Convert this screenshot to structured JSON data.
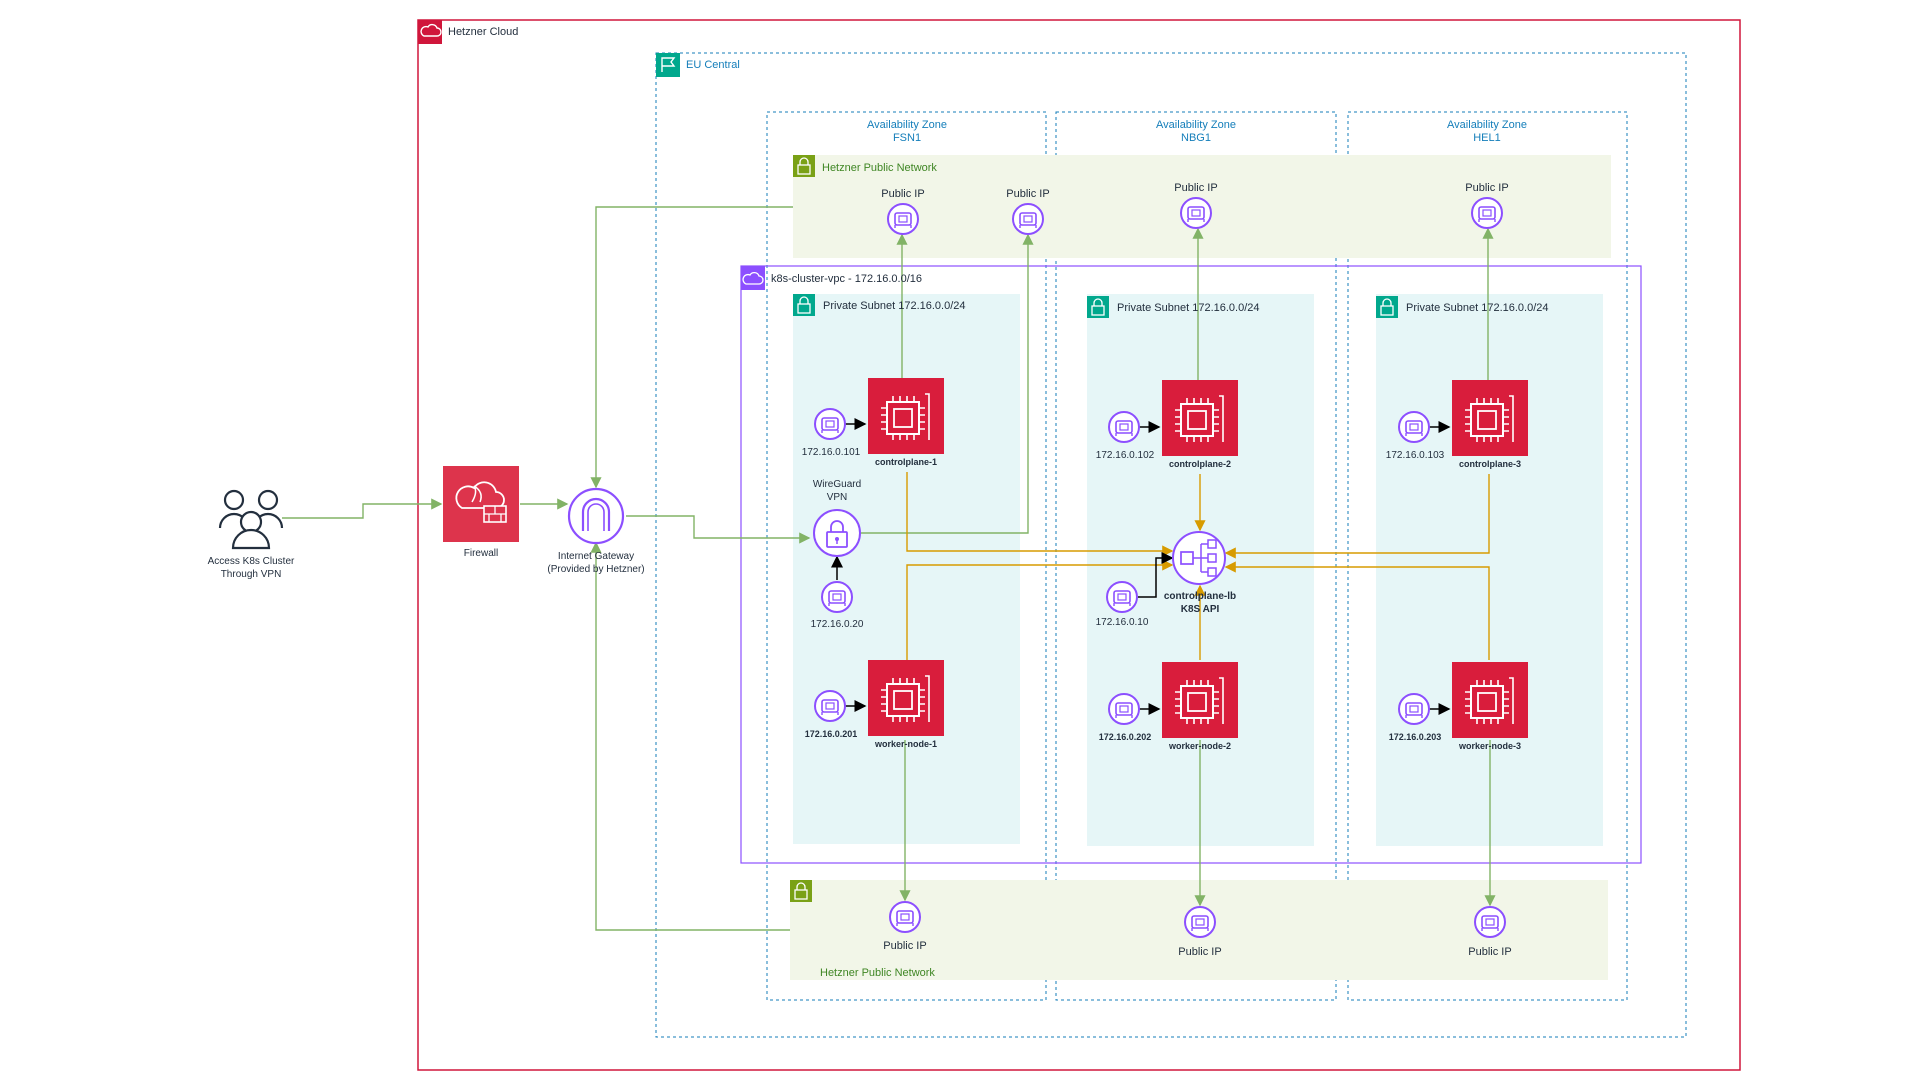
{
  "cloud": {
    "title": "Hetzner Cloud"
  },
  "region": {
    "title": "EU Central"
  },
  "zones": [
    {
      "title": "Availability Zone",
      "code": "FSN1"
    },
    {
      "title": "Availability Zone",
      "code": "NBG1"
    },
    {
      "title": "Availability Zone",
      "code": "HEL1"
    }
  ],
  "public_network": {
    "top_title": "Hetzner Public Network",
    "bottom_title": "Hetzner Public Network"
  },
  "vpc": {
    "title": "k8s-cluster-vpc - 172.16.0.0/16"
  },
  "subnets": [
    {
      "title": "Private Subnet 172.16.0.0/24"
    },
    {
      "title": "Private Subnet 172.16.0.0/24"
    },
    {
      "title": "Private Subnet 172.16.0.0/24"
    }
  ],
  "public_ip_label": "Public IP",
  "users": {
    "label_line1": "Access K8s Cluster",
    "label_line2": "Through VPN"
  },
  "firewall": {
    "label": "Firewall"
  },
  "gateway": {
    "label_line1": "Internet Gateway",
    "label_line2": "(Provided by Hetzner)"
  },
  "vpn": {
    "label_line1": "WireGuard",
    "label_line2": "VPN",
    "ip": "172.16.0.20"
  },
  "lb": {
    "label_line1": "controlplane-lb",
    "label_line2": "K8S API",
    "ip": "172.16.0.10"
  },
  "controlplanes": [
    {
      "name": "controlplane-1",
      "ip": "172.16.0.101"
    },
    {
      "name": "controlplane-2",
      "ip": "172.16.0.102"
    },
    {
      "name": "controlplane-3",
      "ip": "172.16.0.103"
    }
  ],
  "workers": [
    {
      "name": "worker-node-1",
      "ip": "172.16.0.201"
    },
    {
      "name": "worker-node-2",
      "ip": "172.16.0.202"
    },
    {
      "name": "worker-node-3",
      "ip": "172.16.0.203"
    }
  ],
  "colors": {
    "cloud_border": "#d0163b",
    "region_border": "#147eba",
    "vpc_border": "#8c4fff",
    "public_net_fill": "#f2f6e8",
    "public_net_text": "#3f8624",
    "subnet_fill": "#e6f6f7",
    "subnet_icon": "#01a88d",
    "instance_fill": "#d91d3c",
    "network_icon": "#8c4fff",
    "green_line": "#82b366",
    "orange_line": "#d79b00"
  }
}
